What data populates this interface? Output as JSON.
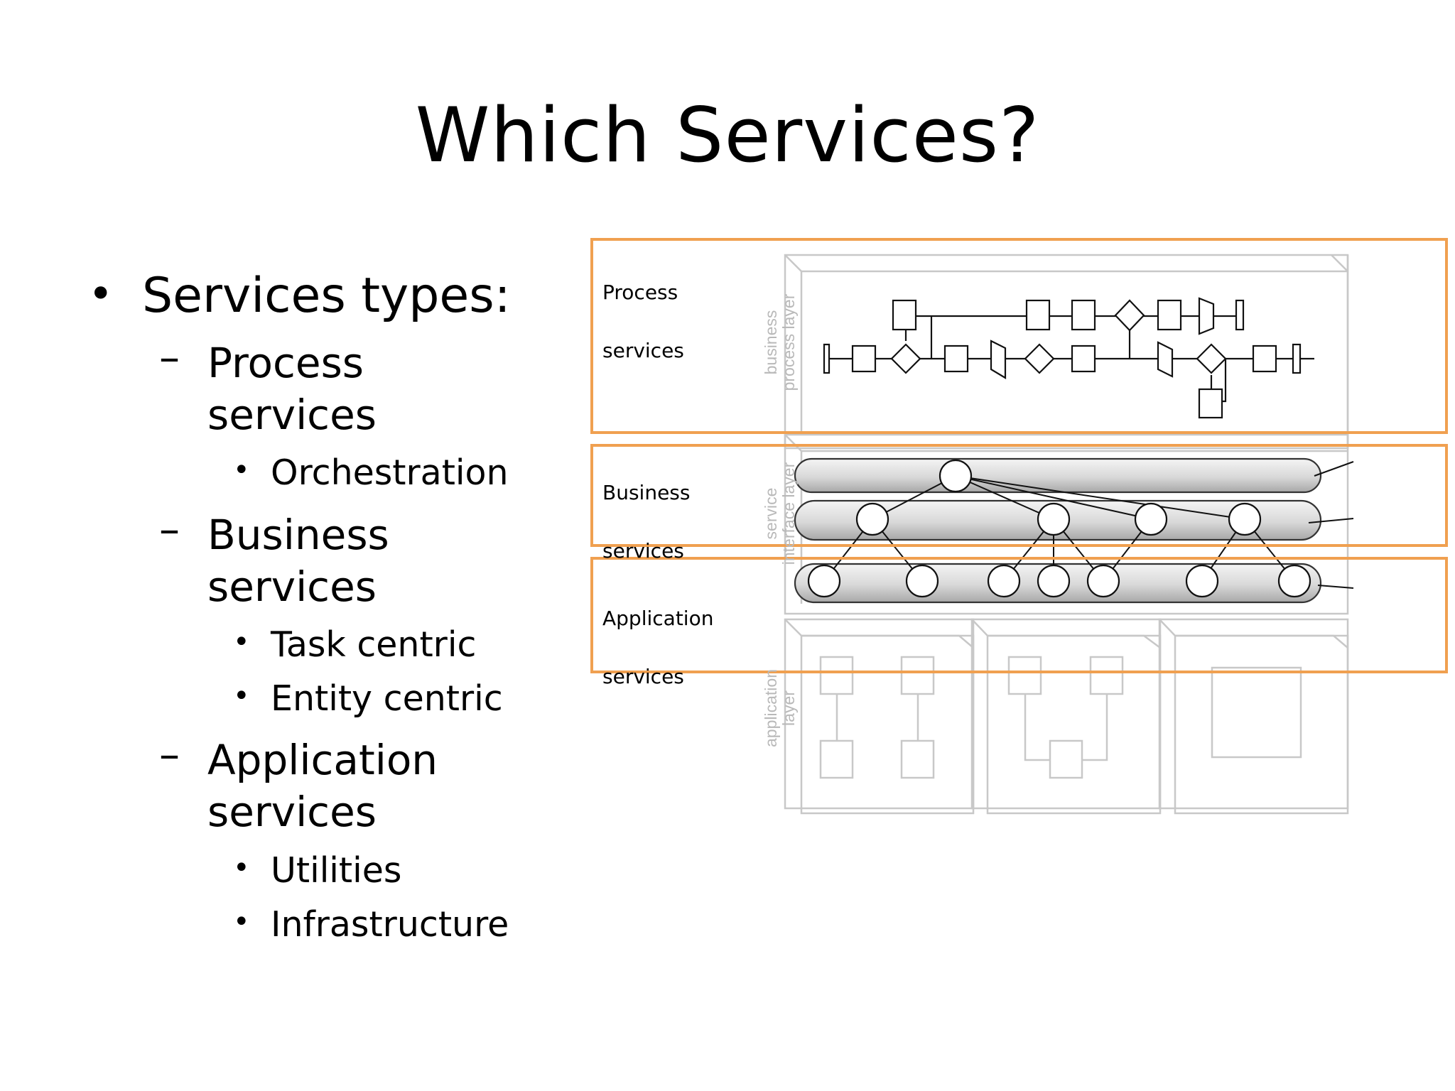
{
  "slide": {
    "title": "Which Services?",
    "bullets": {
      "main": "Services types:",
      "process": {
        "label_line1": "Process",
        "label_line2": "services",
        "items": [
          "Orchestration"
        ]
      },
      "business": {
        "label_line1": "Business",
        "label_line2": "services",
        "items": [
          "Task centric",
          "Entity centric"
        ]
      },
      "application": {
        "label_line1": "Application",
        "label_line2": "services",
        "items": [
          "Utilities",
          "Infrastructure"
        ]
      }
    }
  },
  "diagram": {
    "highlight_color": "#f0a050",
    "boxes": [
      {
        "line1": "Process",
        "line2": "services"
      },
      {
        "line1": "Business",
        "line2": "services"
      },
      {
        "line1": "Application",
        "line2": "services"
      }
    ],
    "layer_labels": {
      "business_process": [
        "business",
        "process layer"
      ],
      "service_interface": [
        "service",
        "interface layer"
      ],
      "application": [
        "application",
        "layer"
      ]
    }
  }
}
